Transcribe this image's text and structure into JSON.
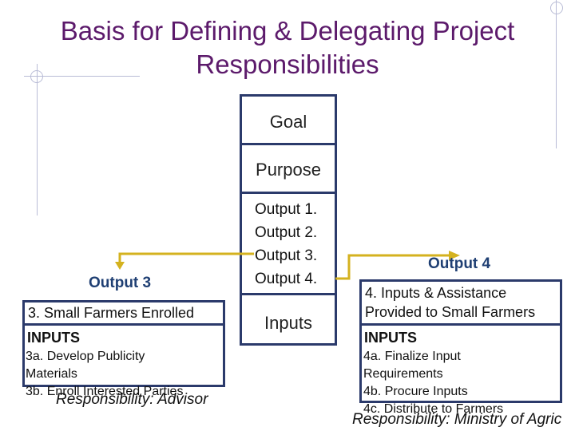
{
  "title": {
    "line1": "Basis for Defining & Delegating Project",
    "line2": "Responsibilities"
  },
  "center": {
    "goal": "Goal",
    "purpose": "Purpose",
    "outputs": [
      "Output 1.",
      "Output 2.",
      "Output 3.",
      "Output 4."
    ],
    "inputs": "Inputs"
  },
  "left": {
    "heading": "Output 3",
    "output_row": "3.  Small Farmers Enrolled",
    "inputs_label": "INPUTS",
    "tasks": [
      "3a. Develop Publicity",
      "Materials",
      "3b. Enroll Interested Parties"
    ],
    "responsibility": "Responsibility: Advisor"
  },
  "right": {
    "heading": "Output 4",
    "output_row_line1": "4.  Inputs & Assistance",
    "output_row_line2": "Provided to Small Farmers",
    "inputs_label": "INPUTS",
    "tasks": [
      "4a. Finalize Input",
      "Requirements",
      "4b. Procure Inputs",
      "4c. Distribute to Farmers"
    ],
    "responsibility": "Responsibility: Ministry of Agric"
  },
  "colors": {
    "title": "#5c1a6b",
    "box_border": "#2b3a6b",
    "arrow": "#d4b21f",
    "heading": "#1f3f73"
  }
}
